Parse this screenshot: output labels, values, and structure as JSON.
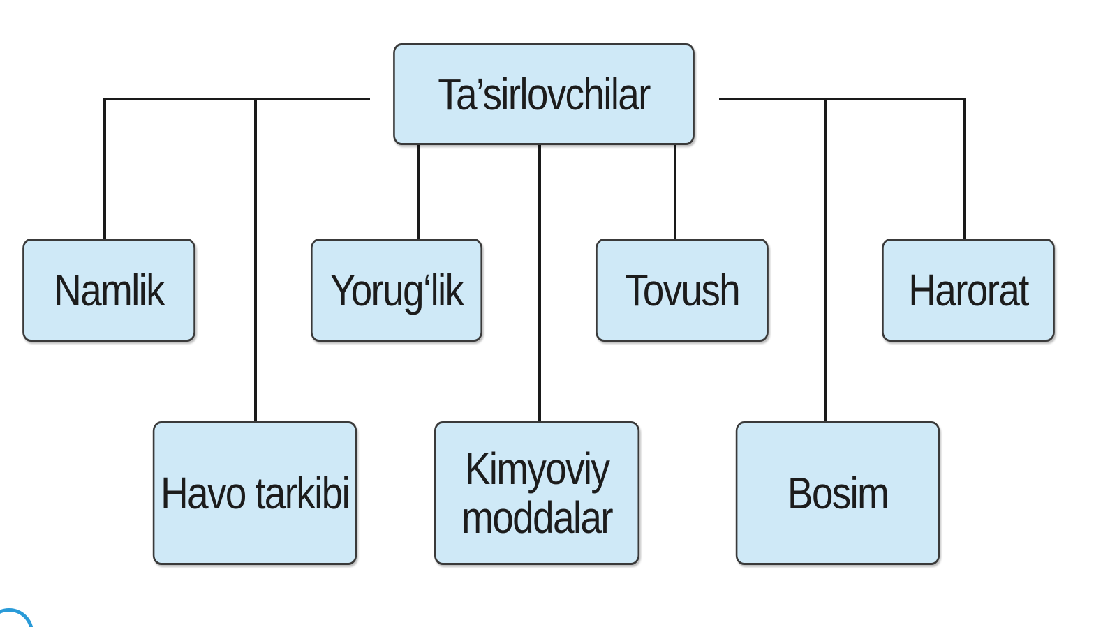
{
  "diagram": {
    "root": {
      "label": "Ta’sirlovchilar"
    },
    "children": [
      {
        "id": "namlik",
        "label": "Namlik"
      },
      {
        "id": "havo",
        "label": "Havo tarkibi"
      },
      {
        "id": "yoruglik",
        "label": "Yorug‘lik"
      },
      {
        "id": "kimyoviy",
        "label_line1": "Kimyoviy",
        "label_line2": "moddalar"
      },
      {
        "id": "tovush",
        "label": "Tovush"
      },
      {
        "id": "bosim",
        "label": "Bosim"
      },
      {
        "id": "harorat",
        "label": "Harorat"
      }
    ],
    "colors": {
      "node_fill": "#cfe9f7",
      "node_border": "#3a3a3a",
      "connector": "#1a1a1a"
    }
  }
}
